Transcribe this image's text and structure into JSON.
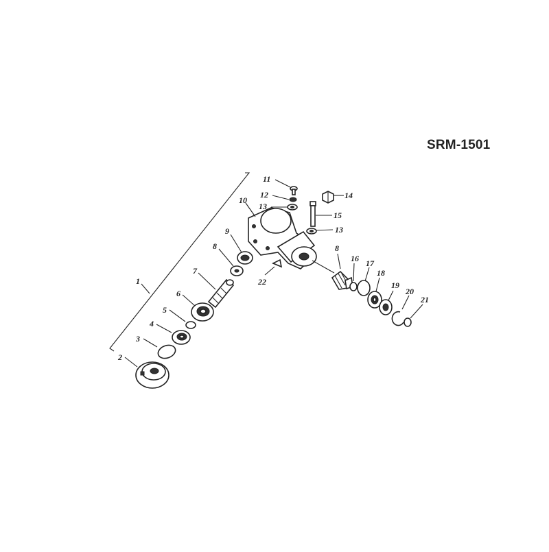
{
  "model_code": "SRM-1501",
  "callouts": [
    {
      "id": "c1",
      "text": "1"
    },
    {
      "id": "c2",
      "text": "2"
    },
    {
      "id": "c3",
      "text": "3"
    },
    {
      "id": "c4",
      "text": "4"
    },
    {
      "id": "c5",
      "text": "5"
    },
    {
      "id": "c6",
      "text": "6"
    },
    {
      "id": "c7",
      "text": "7"
    },
    {
      "id": "c8a",
      "text": "8"
    },
    {
      "id": "c8b",
      "text": "8"
    },
    {
      "id": "c9",
      "text": "9"
    },
    {
      "id": "c10",
      "text": "10"
    },
    {
      "id": "c11",
      "text": "11"
    },
    {
      "id": "c12",
      "text": "12"
    },
    {
      "id": "c13a",
      "text": "13"
    },
    {
      "id": "c13b",
      "text": "13"
    },
    {
      "id": "c14",
      "text": "14"
    },
    {
      "id": "c15",
      "text": "15"
    },
    {
      "id": "c16",
      "text": "16"
    },
    {
      "id": "c17",
      "text": "17"
    },
    {
      "id": "c18",
      "text": "18"
    },
    {
      "id": "c19",
      "text": "19"
    },
    {
      "id": "c20",
      "text": "20"
    },
    {
      "id": "c21",
      "text": "21"
    },
    {
      "id": "c22",
      "text": "22"
    }
  ]
}
